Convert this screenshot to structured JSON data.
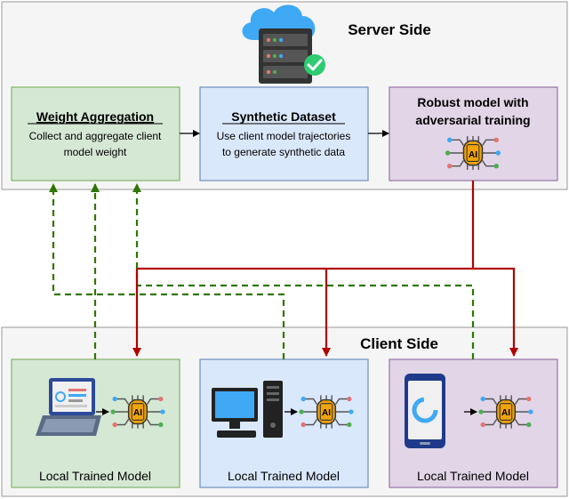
{
  "server": {
    "title": "Server Side",
    "weight_aggregation": {
      "title": "Weight Aggregation",
      "desc_line1": "Collect and aggregate client",
      "desc_line2": "model weight"
    },
    "synthetic_dataset": {
      "title": "Synthetic Dataset",
      "desc_line1": "Use client model trajectories",
      "desc_line2": "to generate synthetic data"
    },
    "robust_model": {
      "title_line1": "Robust model with",
      "title_line2": "adversarial training",
      "chip_text": "AI"
    }
  },
  "client": {
    "title": "Client Side",
    "clients": [
      {
        "device": "laptop-icon",
        "label": "Local Trained Model",
        "chip_text": "AI"
      },
      {
        "device": "desktop-computer-icon",
        "label": "Local Trained Model",
        "chip_text": "AI"
      },
      {
        "device": "smartphone-icon",
        "label": "Local Trained Model",
        "chip_text": "AI"
      }
    ]
  },
  "colors": {
    "server_bg": "#f5f5f5",
    "green_box": "#d5e8d4",
    "green_border": "#82b366",
    "blue_box": "#dae8fc",
    "blue_border": "#6c8ebf",
    "purple_box": "#e1d5e7",
    "purple_border": "#9673a6",
    "red_arrow": "#b20000",
    "green_dashed": "#2d7600",
    "chip": "#f0a30a"
  }
}
